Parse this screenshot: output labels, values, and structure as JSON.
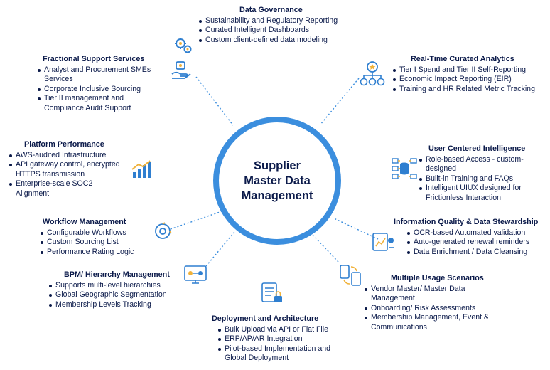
{
  "center": {
    "line1": "Supplier",
    "line2": "Master Data",
    "line3": "Management"
  },
  "colors": {
    "ring": "#3b8ede",
    "text": "#0b1a4a",
    "icon_blue": "#2f7fd0",
    "connector_gradient": [
      "#f0b23a",
      "#4a6fd8"
    ]
  },
  "sections": {
    "data_governance": {
      "title": "Data Governance",
      "items": [
        "Sustainability and Regulatory Reporting",
        "Curated Intelligent Dashboards",
        "Custom client-defined data modeling"
      ],
      "icon": "gears-icon"
    },
    "real_time": {
      "title": "Real-Time Curated Analytics",
      "items": [
        "Tier I Spend and Tier II Self-Reporting",
        "Economic Impact Reporting (EIR)",
        "Training and HR Related Metric Tracking"
      ],
      "icon": "org-chart-icon"
    },
    "user_centered": {
      "title": "User Centered Intelligence",
      "items": [
        "Role-based Access - custom-designed",
        "Built-in Training and FAQs",
        "Intelligent UIUX designed for Frictionless Interaction"
      ],
      "icon": "database-network-icon"
    },
    "info_quality": {
      "title": "Information Quality & Data Stewardship",
      "items": [
        "OCR-based Automated validation",
        "Auto-generated renewal reminders",
        "Data Enrichment / Data Cleansing"
      ],
      "icon": "document-chart-icon"
    },
    "multiple_usage": {
      "title": "Multiple Usage Scenarios",
      "items": [
        "Vendor Master/ Master Data Management",
        "Onboarding/ Risk Assessments",
        "Membership Management, Event & Communications"
      ],
      "icon": "devices-sync-icon"
    },
    "deployment": {
      "title": "Deployment and Architecture",
      "items": [
        "Bulk Upload via API or Flat File",
        "ERP/AP/AR Integration",
        "Pilot-based Implementation and Global Deployment"
      ],
      "icon": "secure-document-icon"
    },
    "bpm": {
      "title": "BPM/ Hierarchy Management",
      "items": [
        "Supports multi-level hierarchies",
        "Global Geographic Segmentation",
        "Membership Levels Tracking"
      ],
      "icon": "monitor-workflow-icon"
    },
    "workflow": {
      "title": "Workflow Management",
      "items": [
        "Configurable Workflows",
        "Custom Sourcing List",
        "Performance Rating Logic"
      ],
      "icon": "cycle-gear-icon"
    },
    "platform": {
      "title": "Platform Performance",
      "items": [
        "AWS-audited Infrastructure",
        "API gateway control, encrypted HTTPS transmission",
        "Enterprise-scale SOC2 Alignment"
      ],
      "icon": "growth-chart-icon"
    },
    "fractional": {
      "title": "Fractional Support Services",
      "items": [
        "Analyst and Procurement SMEs Services",
        "Corporate Inclusive Sourcing",
        "Tier II management and Compliance Audit Support"
      ],
      "icon": "hand-gears-icon"
    }
  }
}
